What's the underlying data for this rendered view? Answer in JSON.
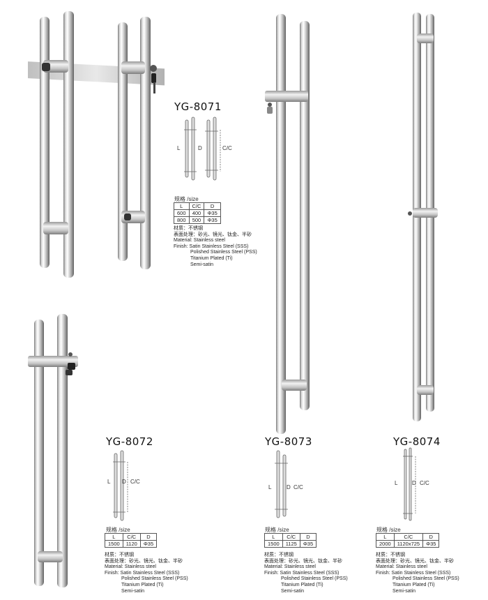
{
  "products": [
    {
      "model": "YG-8071",
      "size_label": "规格 /size",
      "headers": [
        "L",
        "C/C",
        "D"
      ],
      "rows": [
        [
          "600",
          "400",
          "Φ35"
        ],
        [
          "800",
          "500",
          "Φ35"
        ]
      ],
      "material_cn": "材质：不锈钢",
      "finish_cn": "表面处理：砂光、镜光、钛金、半砂",
      "material_en": "Material: Stainless steel",
      "finish_en": "Finish: Satin Stainless Steel (SSS)",
      "finish_options": [
        "Polished Stainless Steel (PSS)",
        "Titanium Plated (Ti)",
        "Semi-satin"
      ],
      "dims": [
        "L",
        "D",
        "C/C"
      ]
    },
    {
      "model": "YG-8072",
      "size_label": "规格 /size",
      "headers": [
        "L",
        "C/C",
        "D"
      ],
      "rows": [
        [
          "1500",
          "1120",
          "Φ35"
        ]
      ],
      "material_cn": "材质：不锈钢",
      "finish_cn": "表面处理：砂光、镜光、钛金、半砂",
      "material_en": "Material: Stainless steel",
      "finish_en": "Finish: Satin Stainless Steel (SSS)",
      "finish_options": [
        "Polished Stainless Steel (PSS)",
        "Titanium Plated (Ti)",
        "Semi-satin"
      ],
      "dims": [
        "L",
        "D",
        "C/C"
      ]
    },
    {
      "model": "YG-8073",
      "size_label": "规格 /size",
      "headers": [
        "L",
        "C/C",
        "D"
      ],
      "rows": [
        [
          "1500",
          "1125",
          "Φ35"
        ]
      ],
      "material_cn": "材质：不锈钢",
      "finish_cn": "表面处理：砂光、镜光、钛金、半砂",
      "material_en": "Material: Stainless steel",
      "finish_en": "Finish: Satin Stainless Steel (SSS)",
      "finish_options": [
        "Polished Stainless Steel (PSS)",
        "Titanium Plated (Ti)",
        "Semi-satin"
      ],
      "dims": [
        "L",
        "D",
        "C/C"
      ]
    },
    {
      "model": "YG-8074",
      "size_label": "规格 /size",
      "headers": [
        "L",
        "C/C",
        "D"
      ],
      "rows": [
        [
          "2000",
          "1120x725",
          "Φ35"
        ]
      ],
      "material_cn": "材质：不锈钢",
      "finish_cn": "表面处理：砂光、镜光、钛金、半砂",
      "material_en": "Material: Stainless steel",
      "finish_en": "Finish: Satin Stainless Steel (SSS)",
      "finish_options": [
        "Polished Stainless Steel (PSS)",
        "Titanium Plated (Ti)",
        "Semi-satin"
      ],
      "dims": [
        "L",
        "D",
        "C/C"
      ]
    }
  ],
  "colors": {
    "steel_light": "#f4f4f4",
    "steel_mid": "#c9c9c9",
    "steel_dark": "#6d6d6d",
    "line": "#555555"
  }
}
